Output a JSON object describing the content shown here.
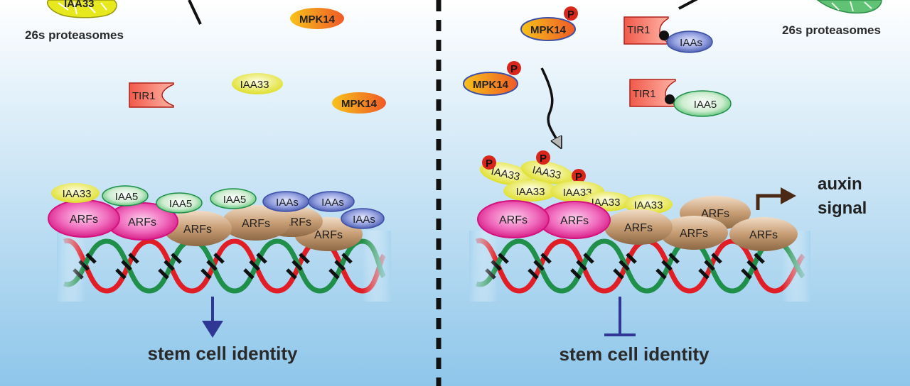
{
  "colors": {
    "bg_top": "#ffffff",
    "bg_bottom": "#8ec6ea",
    "arf": "#b8906a",
    "arf_pink": "#e3188c",
    "iaa33": "#e6e635",
    "iaa5": "#3cb56a",
    "iaas": "#3d4fa6",
    "mpk14": "#f29a1d",
    "tir1": "#e4332a",
    "phospho": "#d9261c",
    "arrow_blue": "#2f3694",
    "arrow_brown": "#4a2a14",
    "dna_green": "#1f8f4a",
    "dna_red": "#e11d26"
  },
  "left": {
    "proteasome_label": "26s proteasomes",
    "proteasome_iaa_label": "IAA33",
    "tir1_label": "TIR1",
    "free_iaa33_label": "IAA33",
    "mpk14_labels": [
      "MPK14",
      "MPK14"
    ],
    "repressor_labels": [
      "IAA33",
      "IAA5",
      "IAA5",
      "IAA5",
      "IAAs",
      "IAAs",
      "IAAs"
    ],
    "arf_labels": [
      "ARFs",
      "ARFs",
      "ARFs",
      "ARFs",
      "ARFs",
      "ARFs"
    ],
    "outcome_label": "stem cell identity"
  },
  "right": {
    "proteasome_label": "26s proteasomes",
    "mpk14_labels": [
      "MPK14",
      "MPK14"
    ],
    "phospho_symbol": "P",
    "tir1_labels": [
      "TIR1",
      "TIR1"
    ],
    "tir1_partner_labels": [
      "IAAs",
      "IAA5"
    ],
    "phospho_iaa_labels": [
      "IAA33",
      "IAA33",
      "IAA33"
    ],
    "iaa33_labels": [
      "IAA33",
      "IAA33",
      "IAA33",
      "IAA33"
    ],
    "arf_labels": [
      "ARFs",
      "ARFs",
      "ARFs",
      "ARFs",
      "ARFs",
      "ARFs"
    ],
    "auxin_line1": "auxin",
    "auxin_line2": "signal",
    "outcome_label": "stem cell identity"
  }
}
